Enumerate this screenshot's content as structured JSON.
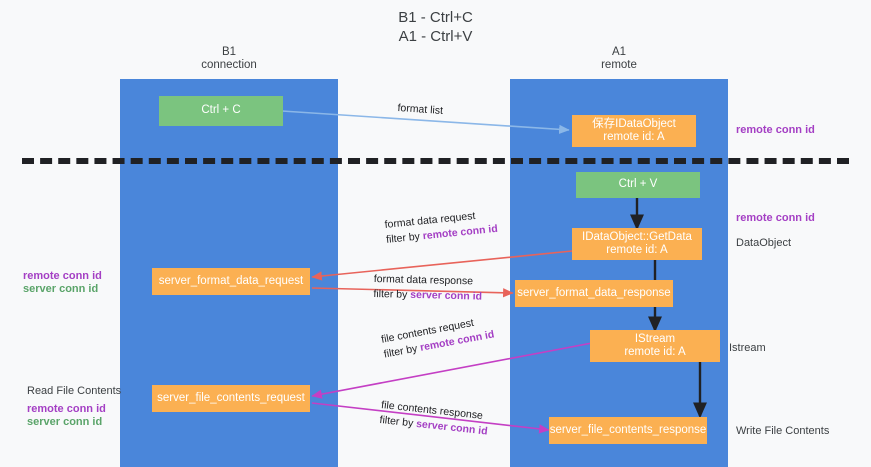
{
  "title": "B1 - Ctrl+C\nA1 - Ctrl+V",
  "columns": [
    {
      "name": "b1",
      "header": "B1\nconnection"
    },
    {
      "name": "a1",
      "header": "A1\nremote"
    }
  ],
  "nodes": {
    "ctrl_c": "Ctrl + C",
    "save_idataobject": "保存IDataObject\nremote id: A",
    "ctrl_v": "Ctrl + V",
    "getdata": "IDataObject::GetData\nremote id: A",
    "server_format_data_request": "server_format_data_request",
    "server_format_data_response": "server_format_data_response",
    "istream": "IStream\nremote id: A",
    "server_file_contents_request": "server_file_contents_request",
    "server_file_contents_response": "server_file_contents_response"
  },
  "right_labels": {
    "remote_conn_id_top": "remote conn id",
    "remote_conn_id_mid": "remote conn id",
    "dataobject": "DataObject",
    "istream": "Istream",
    "write_file_contents": "Write File Contents"
  },
  "left_labels": {
    "remote_conn_id": "remote conn id",
    "server_conn_id": "server conn id",
    "read_file_contents": "Read File Contents",
    "remote_conn_id_2": "remote conn id",
    "server_conn_id_2": "server conn id"
  },
  "edges": {
    "format_list": "format list",
    "format_data_request": "format data request",
    "format_data_request_filter_prefix": "filter by ",
    "format_data_request_filter_key": "remote conn id",
    "format_data_response": "format data response",
    "format_data_response_filter_prefix": "filter by ",
    "format_data_response_filter_key": "server conn id",
    "file_contents_request": "file contents request",
    "file_contents_request_filter_prefix": "filter by ",
    "file_contents_request_filter_key": "remote conn id",
    "file_contents_response": "file contents response",
    "file_contents_response_filter_prefix": "filter by ",
    "file_contents_response_filter_key": "server conn id"
  },
  "colors": {
    "column_blue": "#4a86da",
    "node_orange": "#fbb052",
    "node_green": "#7bc47f",
    "accent_purple": "#a43fc4",
    "accent_green": "#5aa469",
    "arrow_lightblue": "#8bb7e8",
    "arrow_red": "#e8635a",
    "arrow_magenta": "#c43fc4",
    "arrow_black": "#202124",
    "background": "#f8f9fa"
  }
}
